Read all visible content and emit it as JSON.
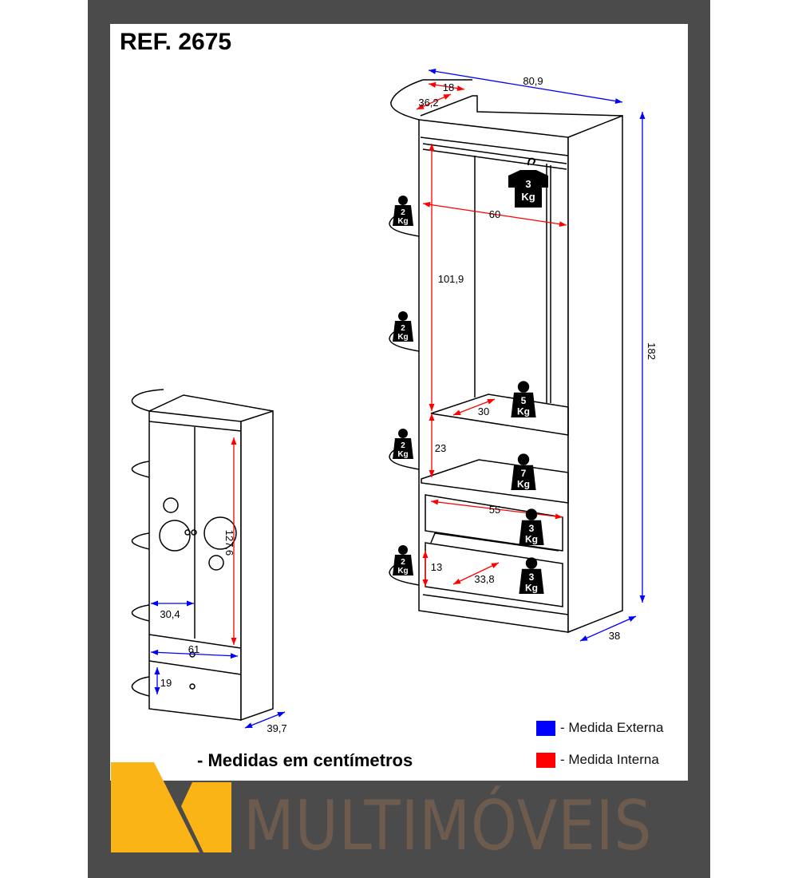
{
  "title": "REF. 2675",
  "dimensions": {
    "overall_width": "80,9",
    "top_depth": "18",
    "top_shelf_width": "36,2",
    "rail_width": "60",
    "hanging_height": "101,9",
    "overall_height": "182",
    "shelf_depth": "30",
    "shelf_gap": "23",
    "drawer_width": "55",
    "drawer_height": "13",
    "drawer_depth": "33,8",
    "overall_depth": "38",
    "door_height": "127,6",
    "door_width": "30,4",
    "front_width": "61",
    "drawer_front_height": "19",
    "closed_depth": "39,7"
  },
  "weights": {
    "rail": {
      "num": "3",
      "unit": "Kg"
    },
    "side_shelf": {
      "num": "2",
      "unit": "Kg"
    },
    "shelf_upper": {
      "num": "5",
      "unit": "Kg"
    },
    "shelf_lower": {
      "num": "7",
      "unit": "Kg"
    },
    "drawer": {
      "num": "3",
      "unit": "Kg"
    }
  },
  "note": "- Medidas em centímetros",
  "legend": [
    {
      "label": "- Medida Externa",
      "color": "#0000ff"
    },
    {
      "label": "- Medida Interna",
      "color": "#ff0000"
    }
  ],
  "brand": "MULTIMÓVEIS",
  "colors": {
    "frame": "#4b4b4b",
    "logo": "#fbb416",
    "brand_text": "#6d5c4e"
  }
}
